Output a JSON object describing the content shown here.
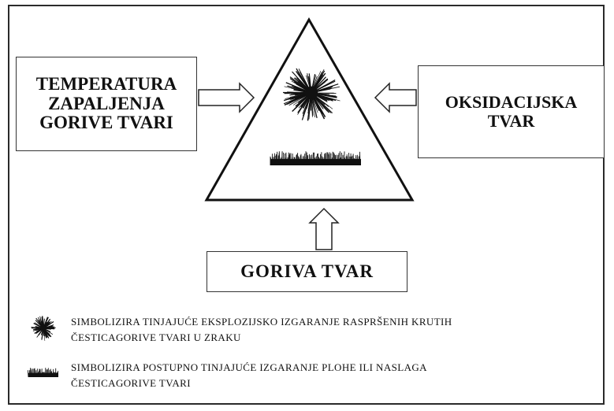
{
  "boxes": {
    "temperature": [
      "TEMPERATURA",
      "ZAPALJENJA",
      "GORIVE TVARI"
    ],
    "oxidizer": [
      "OKSIDACIJSKA",
      "TVAR"
    ],
    "fuel": "GORIVA TVAR"
  },
  "legend": [
    {
      "icon": "starburst-icon",
      "lines": [
        "SIMBOLIZIRA TINJAJUĆE EKSPLOZIJSKO IZGARANJE RASPRŠENIH KRUTIH",
        "ČESTICAGORIVE TVARI U ZRAKU"
      ]
    },
    {
      "icon": "grass-strip-icon",
      "lines": [
        "SIMBOLIZIRA POSTUPNO TINJAJUĆE IZGARANJE PLOHE ILI NASLAGA",
        "ČESTICAGORIVE TVARI"
      ]
    }
  ],
  "colors": {
    "ink": "#111111",
    "border": "#2a2a2a",
    "background": "#ffffff"
  }
}
